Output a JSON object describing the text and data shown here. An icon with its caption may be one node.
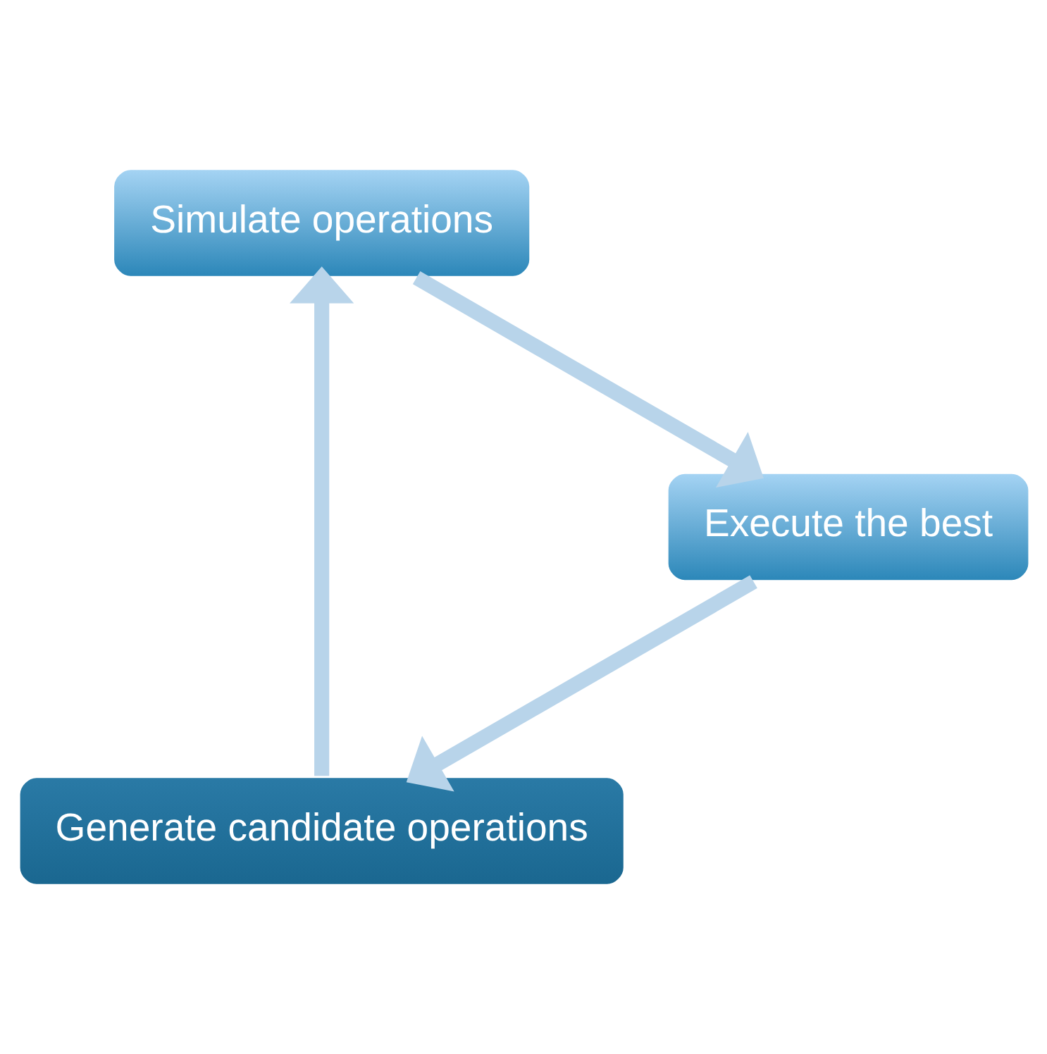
{
  "diagram": {
    "nodes": [
      {
        "text": [
          "Generate candidate operations"
        ]
      },
      {
        "text": [
          "Simulate operations"
        ]
      },
      {
        "text": [
          "Execute the best"
        ]
      }
    ],
    "edges": [
      {
        "from": 0,
        "to": 1,
        "arrow": "to"
      },
      {
        "from": 1,
        "to": 2,
        "arrow": "to"
      },
      {
        "from": 2,
        "to": 0,
        "arrow": "to"
      }
    ]
  }
}
